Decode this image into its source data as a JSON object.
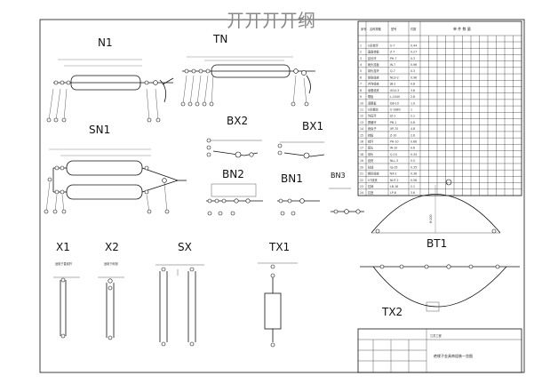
{
  "watermark": "开开开开纲",
  "diagram_labels": {
    "n1": "N1",
    "tn": "TN",
    "sn1": "SN1",
    "bx2": "BX2",
    "bx1": "BX1",
    "bn2": "BN2",
    "bn1": "BN1",
    "bn3": "BN3",
    "bt1": "BT1",
    "tx2": "TX2",
    "x1": "X1",
    "x2": "X2",
    "sx": "SX",
    "tx1": "TX1",
    "x1_note": "适用于直线杆",
    "x2_note": "适用于耐张",
    "bt1_dim": "H:200",
    "bt1_num": "1"
  },
  "bom_table": {
    "headers": [
      "序号",
      "名称规格",
      "型号",
      "件数",
      "单 件 数 量"
    ],
    "rows": [
      [
        "1",
        "U形挂环",
        "U-7",
        "0.44"
      ],
      [
        "2",
        "直角挂板",
        "Z-7",
        "0.27"
      ],
      [
        "3",
        "延长环",
        "PH-7",
        "0.3"
      ],
      [
        "4",
        "碗头挂板",
        "W-7",
        "0.96"
      ],
      [
        "5",
        "球头挂环",
        "Q-7",
        "0.3"
      ],
      [
        "6",
        "耐张线夹",
        "NLD-2",
        "0.96"
      ],
      [
        "7",
        "并沟线夹",
        "JB-2",
        "0.8"
      ],
      [
        "8",
        "悬垂线夹",
        "XGU-3",
        "3.8"
      ],
      [
        "9",
        "联板",
        "L-1040",
        "2.8"
      ],
      [
        "10",
        "调整板",
        "DB-10",
        "1.9"
      ],
      [
        "11",
        "U形螺丝",
        "U-1880",
        "1"
      ],
      [
        "12",
        "均压环",
        "JZ-1",
        "2.1"
      ],
      [
        "13",
        "屏蔽环",
        "PB-1",
        "0.8"
      ],
      [
        "14",
        "绝缘子",
        "XP-70",
        "4.8"
      ],
      [
        "15",
        "挂板",
        "Z-10",
        "2.6"
      ],
      [
        "16",
        "挂环",
        "PH-10",
        "0.66"
      ],
      [
        "17",
        "碗头",
        "W-10",
        "0.6"
      ],
      [
        "18",
        "球头",
        "Q-10",
        "0.34"
      ],
      [
        "19",
        "线夹",
        "NLL-3",
        "5.5"
      ],
      [
        "20",
        "拉线",
        "GJ-35",
        "0.35"
      ],
      [
        "21",
        "楔形线夹",
        "NX-2",
        "0.38"
      ],
      [
        "22",
        "UT线夹",
        "NUT-2",
        "0.56"
      ],
      [
        "23",
        "拉棒",
        "LB-16",
        "2.1"
      ],
      [
        "24",
        "拉盘",
        "LP-6",
        "3.6"
      ]
    ]
  },
  "title_block": {
    "project": "江苏工程",
    "drawing_title": "绝缘子金具串组装一览图"
  }
}
